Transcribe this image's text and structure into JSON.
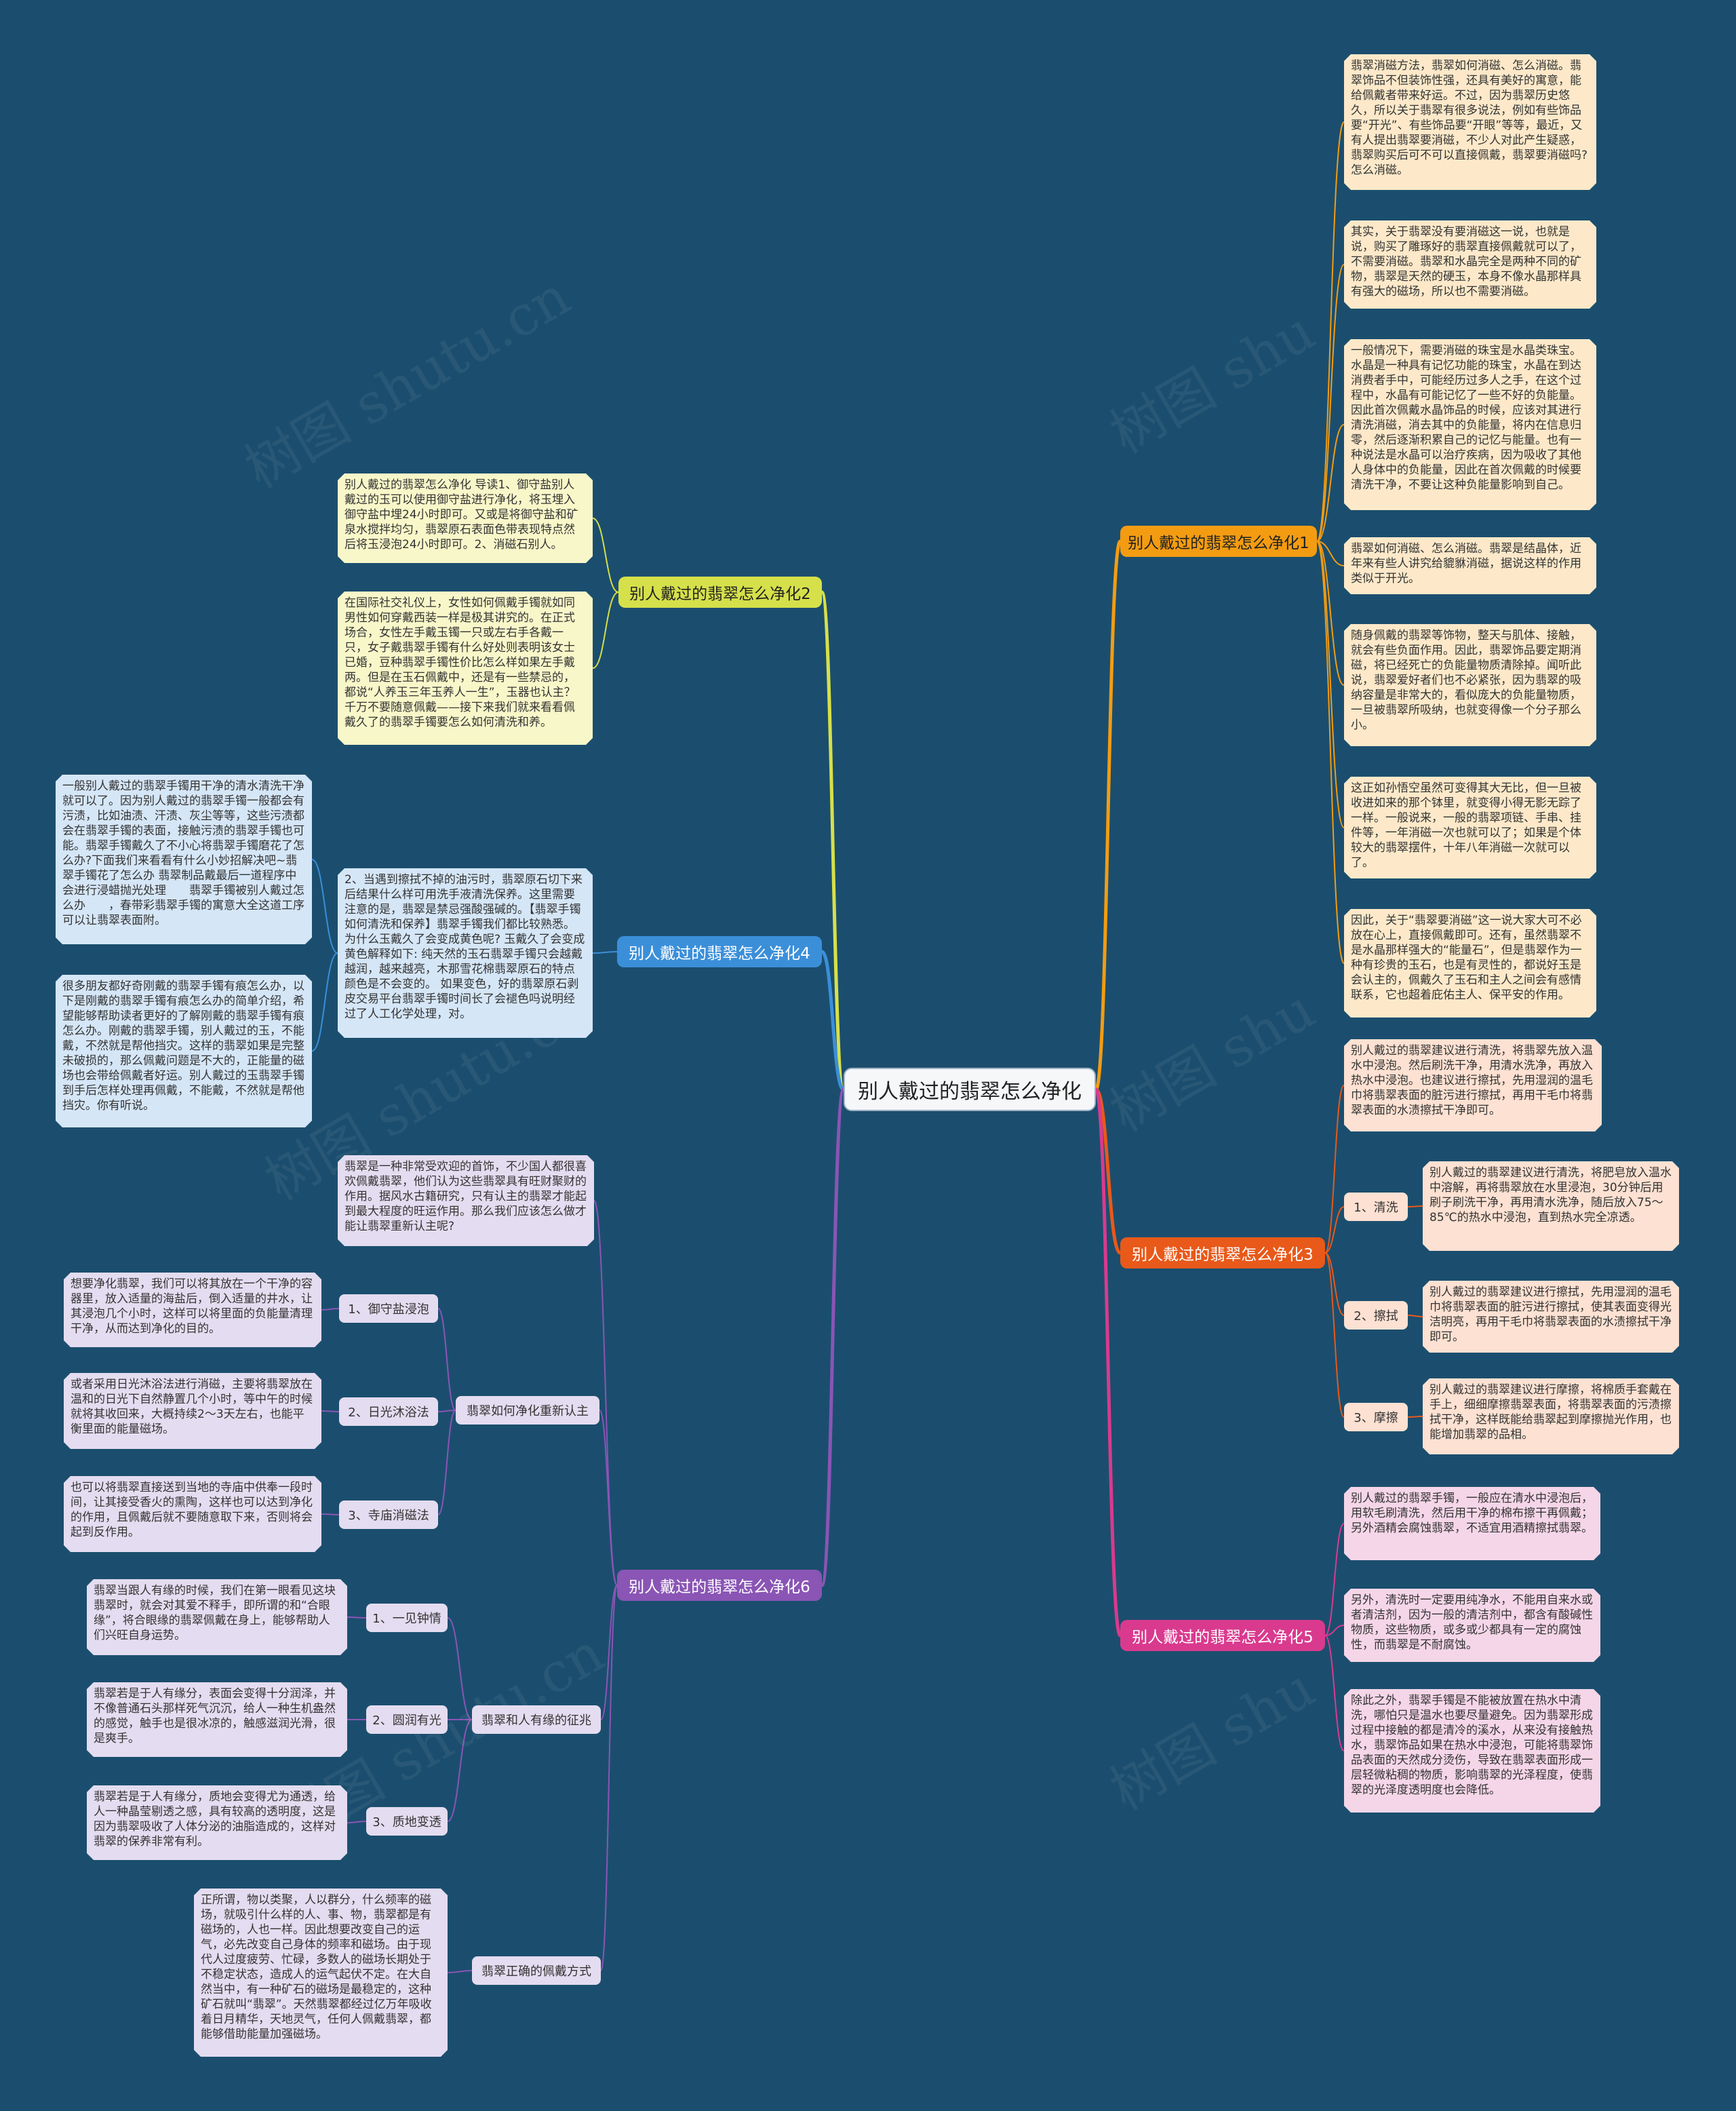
{
  "center": "别人戴过的翡翠怎么净化",
  "colors": {
    "background": "#1b4e6e",
    "b1": "#f39c12",
    "b2": "#d6e04a",
    "b3": "#e8591a",
    "b4": "#3b8fd9",
    "b5": "#d93a8e",
    "b6": "#8a55b5"
  },
  "b1": {
    "label": "别人戴过的翡翠怎么净化1",
    "leaves": [
      "翡翠消磁方法，翡翠如何消磁、怎么消磁。翡翠饰品不但装饰性强，还具有美好的寓意，能给佩戴者带来好运。不过，因为翡翠历史悠久，所以关于翡翠有很多说法，例如有些饰品要“开光”、有些饰品要“开眼”等等，最近，又有人提出翡翠要消磁，不少人对此产生疑惑，翡翠购买后可不可以直接佩戴，翡翠要消磁吗?怎么消磁。",
      "其实，关于翡翠没有要消磁这一说，也就是说，购买了雕琢好的翡翠直接佩戴就可以了，不需要消磁。翡翠和水晶完全是两种不同的矿物，翡翠是天然的硬玉，本身不像水晶那样具有强大的磁场，所以也不需要消磁。",
      "一般情况下，需要消磁的珠宝是水晶类珠宝。水晶是一种具有记忆功能的珠宝，水晶在到达消费者手中，可能经历过多人之手，在这个过程中，水晶有可能记忆了一些不好的负能量。因此首次佩戴水晶饰品的时候，应该对其进行清洗消磁，消去其中的负能量，将内在信息归零，然后逐渐积累自己的记忆与能量。也有一种说法是水晶可以治疗疾病，因为吸收了其他人身体中的负能量，因此在首次佩戴的时候要清洗干净，不要让这种负能量影响到自己。",
      "翡翠如何消磁、怎么消磁。翡翠是结晶体，近年来有些人讲究给貔貅消磁，据说这样的作用类似于开光。",
      "随身佩戴的翡翠等饰物，整天与肌体、接触，就会有些负面作用。因此，翡翠饰品要定期消磁，将已经死亡的负能量物质清除掉。闻听此说，翡翠爱好者们也不必紧张，因为翡翠的吸纳容量是非常大的，看似庞大的负能量物质，一旦被翡翠所吸纳，也就变得像一个分子那么小。",
      "这正如孙悟空虽然可变得其大无比，但一旦被收进如来的那个钵里，就变得小得无影无踪了一样。一般说来，一般的翡翠项链、手串、挂件等，一年消磁一次也就可以了；如果是个体较大的翡翠摆件，十年八年消磁一次就可以了。",
      "因此，关于“翡翠要消磁”这一说大家大可不必放在心上，直接佩戴即可。还有，虽然翡翠不是水晶那样强大的“能量石”，但是翡翠作为一种有珍贵的玉石，也是有灵性的，都说好玉是会认主的，佩戴久了玉石和主人之间会有感情联系，它也超着庇佑主人、保平安的作用。"
    ]
  },
  "b2": {
    "label": "别人戴过的翡翠怎么净化2",
    "leaves": [
      "别人戴过的翡翠怎么净化 导读1、御守盐别人戴过的玉可以使用御守盐进行净化，将玉埋入御守盐中埋24小时即可。又或是将御守盐和矿泉水搅拌均匀，翡翠原石表面色带表现特点然后将玉浸泡24小时即可。2、消磁石别人。",
      "在国际社交礼仪上，女性如何佩戴手镯就如同男性如何穿戴西装一样是极其讲究的。在正式场合，女性左手戴玉镯一只或左右手各戴一只，女子戴翡翠手镯有什么好处则表明该女士已婚，豆种翡翠手镯性价比怎么样如果左手戴两。但是在玉石佩戴中，还是有一些禁忌的，都说“人养玉三年玉养人一生”，玉器也认主？千万不要随意佩戴——接下来我们就来看看佩戴久了的翡翠手镯要怎么如何清洗和养。"
    ]
  },
  "b3": {
    "label": "别人戴过的翡翠怎么净化3",
    "intro": "别人戴过的翡翠建议进行清洗，将翡翠先放入温水中浸泡。然后刷洗干净，用清水洗净，再放入热水中浸泡。也建议进行擦拭，先用湿润的温毛巾将翡翠表面的脏污进行擦拭，再用干毛巾将翡翠表面的水渍擦拭干净即可。",
    "subs": [
      {
        "label": "1、清洗",
        "text": "别人戴过的翡翠建议进行清洗，将肥皂放入温水中溶解，再将翡翠放在水里浸泡，30分钟后用刷子刷洗干净，再用清水洗净，随后放入75～85℃的热水中浸泡，直到热水完全凉透。"
      },
      {
        "label": "2、擦拭",
        "text": "别人戴过的翡翠建议进行擦拭，先用湿润的温毛巾将翡翠表面的脏污进行擦拭，使其表面变得光洁明亮，再用干毛巾将翡翠表面的水渍擦拭干净即可。"
      },
      {
        "label": "3、摩擦",
        "text": "别人戴过的翡翠建议进行摩擦，将棉质手套戴在手上，细细摩擦翡翠表面，将翡翠表面的污渍擦拭干净，这样既能给翡翠起到摩擦抛光作用，也能增加翡翠的品相。"
      }
    ]
  },
  "b4": {
    "label": "别人戴过的翡翠怎么净化4",
    "main": "2、当遇到擦拭不掉的油污时，翡翠原石切下来后结果什么样可用洗手液清洗保养。这里需要注意的是，翡翠是禁忌强酸强碱的。【翡翠手镯如何清洗和保养】翡翠手镯我们都比较熟悉。为什么玉戴久了会变成黄色呢? 玉戴久了会变成黄色解释如下: 纯天然的玉石翡翠手镯只会越戴越润，越来越亮，木那雪花棉翡翠原石的特点颜色是不会变的。 如果变色，好的翡翠原石剥皮交易平台翡翠手镯时间长了会褪色吗说明经过了人工化学处理，对。",
    "leaves": [
      "一般别人戴过的翡翠手镯用干净的清水清洗干净就可以了。因为别人戴过的翡翠手镯一般都会有污渍，比如油渍、汗渍、灰尘等等，这些污渍都会在翡翠手镯的表面，接触污渍的翡翠手镯也可能。翡翠手镯戴久了不小心将翡翠手镯磨花了怎么办?下面我们来看看有什么小妙招解决吧~翡翠手镯花了怎么办 翡翠制品戴最后一道程序中会进行浸蜡抛光处理　　翡翠手镯被别人戴过怎么办　　，春带彩翡翠手镯的寓意大全这道工序可以让翡翠表面附。",
      "很多朋友都好奇刚戴的翡翠手镯有痕怎么办，以下是刚戴的翡翠手镯有痕怎么办的简单介绍，希望能够帮助读者更好的了解刚戴的翡翠手镯有痕怎么办。刚戴的翡翠手镯，别人戴过的玉，不能戴，不然就是帮他挡灾。这样的翡翠如果是完整未破损的，那么佩戴问题是不大的，正能量的磁场也会带给佩戴者好运。别人戴过的玉翡翠手镯到手后怎样处理再佩戴，不能戴，不然就是帮他挡灾。你有听说。"
    ]
  },
  "b5": {
    "label": "别人戴过的翡翠怎么净化5",
    "leaves": [
      "别人戴过的翡翠手镯，一般应在清水中浸泡后，用软毛刷清洗，然后用干净的棉布擦干再佩戴；另外酒精会腐蚀翡翠，不适宜用酒精擦拭翡翠。",
      "另外，清洗时一定要用纯净水，不能用自来水或者清洁剂，因为一般的清洁剂中，都含有酸碱性物质，这些物质，或多或少都具有一定的腐蚀性，而翡翠是不耐腐蚀。",
      "除此之外，翡翠手镯是不能被放置在热水中清洗，哪怕只是温水也要尽量避免。因为翡翠形成过程中接触的都是清冷的溪水，从来没有接触热水，翡翠饰品如果在热水中浸泡，可能将翡翠饰品表面的天然成分烫伤，导致在翡翠表面形成一层轻微粘稠的物质，影响翡翠的光泽程度，使翡翠的光泽度透明度也会降低。"
    ]
  },
  "b6": {
    "label": "别人戴过的翡翠怎么净化6",
    "intro": "翡翠是一种非常受欢迎的首饰，不少国人都很喜欢佩戴翡翠，他们认为这些翡翠具有旺财聚财的作用。据风水古籍研究，只有认主的翡翠才能起到最大程度的旺运作用。那么我们应该怎么做才能让翡翠重新认主呢?",
    "groups": [
      {
        "label": "翡翠如何净化重新认主",
        "subs": [
          {
            "label": "1、御守盐浸泡",
            "text": "想要净化翡翠，我们可以将其放在一个干净的容器里，放入适量的海盐后，倒入适量的井水，让其浸泡几个小时，这样可以将里面的负能量清理干净，从而达到净化的目的。"
          },
          {
            "label": "2、日光沐浴法",
            "text": "或者采用日光沐浴法进行消磁，主要将翡翠放在温和的日光下自然静置几个小时，等中午的时候就将其收回来，大概持续2～3天左右，也能平衡里面的能量磁场。"
          },
          {
            "label": "3、寺庙消磁法",
            "text": "也可以将翡翠直接送到当地的寺庙中供奉一段时间，让其接受香火的熏陶，这样也可以达到净化的作用，且佩戴后就不要随意取下来，否则将会起到反作用。"
          }
        ]
      },
      {
        "label": "翡翠和人有缘的征兆",
        "subs": [
          {
            "label": "1、一见钟情",
            "text": "翡翠当跟人有缘的时候，我们在第一眼看见这块翡翠时，就会对其爱不释手，即所谓的和“合眼缘”，将合眼缘的翡翠佩戴在身上，能够帮助人们兴旺自身运势。"
          },
          {
            "label": "2、圆润有光",
            "text": "翡翠若是于人有缘分，表面会变得十分润泽，并不像普通石头那样死气沉沉，给人一种生机盎然的感觉，触手也是很冰凉的，触感滋润光滑，很是爽手。"
          },
          {
            "label": "3、质地变透",
            "text": "翡翠若是于人有缘分，质地会变得尤为通透，给人一种晶莹剔透之感，具有较高的透明度，这是因为翡翠吸收了人体分泌的油脂造成的，这样对翡翠的保养非常有利。"
          }
        ]
      },
      {
        "label": "翡翠正确的佩戴方式",
        "text": "正所谓，物以类聚，人以群分，什么频率的磁场，就吸引什么样的人、事、物，翡翠都是有磁场的，人也一样。因此想要改变自己的运气，必先改变自己身体的频率和磁场。由于现代人过度疲劳、忙碌，多数人的磁场长期处于不稳定状态，造成人的运气起伏不定。在大自然当中，有一种矿石的磁场是最稳定的，这种矿石就叫“翡翠”。天然翡翠都经过亿万年吸收着日月精华，天地灵气，任何人佩戴翡翠，都能够借助能量加强磁场。"
      }
    ]
  }
}
